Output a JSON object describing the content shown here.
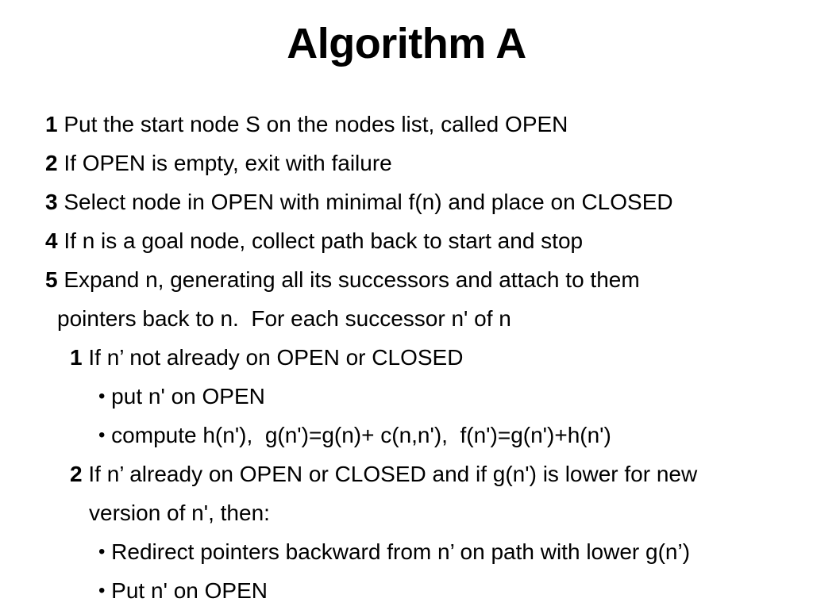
{
  "slide": {
    "title": "Algorithm A",
    "background_color": "#ffffff",
    "text_color": "#000000",
    "bullet_glyph": "•",
    "steps": [
      {
        "marker": "1",
        "text": " Put the start node S on the nodes list, called OPEN"
      },
      {
        "marker": "2",
        "text": " If OPEN is empty, exit with failure"
      },
      {
        "marker": "3",
        "text": " Select node in OPEN with minimal f(n) and place on CLOSED"
      },
      {
        "marker": "4",
        "text": " If n is a goal node, collect path back to start and stop"
      },
      {
        "marker": "5",
        "text": " Expand n, generating all its successors and attach to them"
      }
    ],
    "step5_wrap": "pointers back to n.  For each successor n' of n",
    "sub1": {
      "marker": "1",
      "text": " If n’ not already on OPEN or CLOSED"
    },
    "sub1_bullets": [
      " put n' on OPEN",
      " compute h(n'),  g(n')=g(n)+ c(n,n'),  f(n')=g(n')+h(n')"
    ],
    "sub2": {
      "marker": "2",
      "text": " If n’ already on OPEN or CLOSED and if g(n') is lower for new"
    },
    "sub2_wrap": "version of n', then:",
    "sub2_bullets": [
      " Redirect pointers backward from n’ on path with lower g(n’)",
      " Put n' on OPEN"
    ]
  }
}
